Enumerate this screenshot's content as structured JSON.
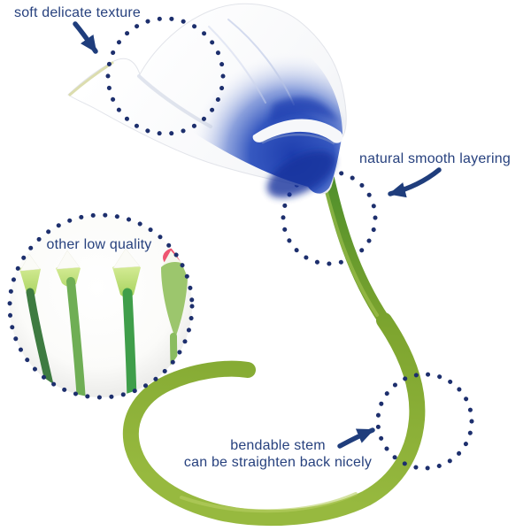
{
  "annotations": {
    "texture_label": "soft delicate texture",
    "layering_label": "natural smooth layering",
    "low_quality_label": "other low quality",
    "bendable_label_line1": "bendable stem",
    "bendable_label_line2": "can be straighten back nicely"
  },
  "colors": {
    "background": "#ffffff",
    "label_text": "#27417e",
    "dotted_circle": "#1d2f6d",
    "arrow": "#1f3d7c",
    "flower_blue_deep": "#1e3eae",
    "flower_white": "#ffffff",
    "stem_green": "#7ea52f",
    "stem_green_light": "#a8c653",
    "inset_stem_dark_green": "#3e7b41",
    "inset_stem_mid_green": "#6fae55",
    "inset_stem_bright_green": "#3f9e4a",
    "inset_stem_pale_green": "#9cc66d",
    "inset_red_accent": "#ee5570"
  }
}
